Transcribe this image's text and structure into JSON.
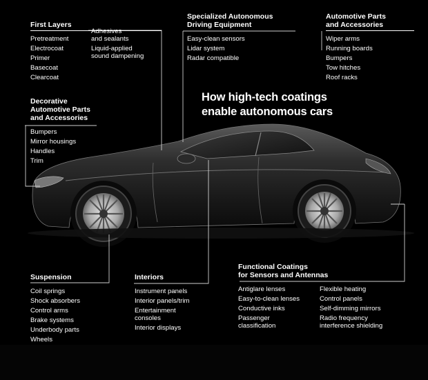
{
  "headline": [
    "How high-tech coatings",
    "enable autonomous cars"
  ],
  "groups": {
    "first_layers": {
      "title": "First Layers",
      "col1": [
        "Pretreatment",
        "Electrocoat",
        "Primer",
        "Basecoat",
        "Clearcoat"
      ],
      "col2": [
        "Adhesives\nand sealants",
        "Liquid-applied\nsound dampening"
      ]
    },
    "specialized": {
      "title": "Specialized Autonomous\nDriving Equipment",
      "items": [
        "Easy-clean sensors",
        "Lidar system",
        "Radar compatible"
      ]
    },
    "auto_parts": {
      "title": "Automotive Parts\nand Accessories",
      "items": [
        "Wiper arms",
        "Running boards",
        "Bumpers",
        "Tow hitches",
        "Roof racks"
      ]
    },
    "decorative": {
      "title": "Decorative\nAutomotive Parts\nand Accessories",
      "items": [
        "Bumpers",
        "Mirror housings",
        "Handles",
        "Trim"
      ]
    },
    "suspension": {
      "title": "Suspension",
      "items": [
        "Coil springs",
        "Shock absorbers",
        "Control arms",
        "Brake systems",
        "Underbody parts",
        "Wheels"
      ]
    },
    "interiors": {
      "title": "Interiors",
      "items": [
        "Instrument panels",
        "Interior panels/trim",
        "Entertainment\nconsoles",
        "Interior displays"
      ]
    },
    "functional": {
      "title": "Functional Coatings\nfor Sensors and Antennas",
      "col1": [
        "Antiglare lenses",
        "Easy-to-clean lenses",
        "Conductive inks",
        "Passenger\nclassification"
      ],
      "col2": [
        "Flexible heating",
        "Control panels",
        "Self-dimming mirrors",
        "Radio frequency\ninterference shielding"
      ]
    }
  },
  "colors": {
    "background": "#000000",
    "text": "#ffffff",
    "car_body": "#2b2b2b",
    "car_highlight": "#8a8a8a",
    "wheel": "#bdbdbd"
  }
}
